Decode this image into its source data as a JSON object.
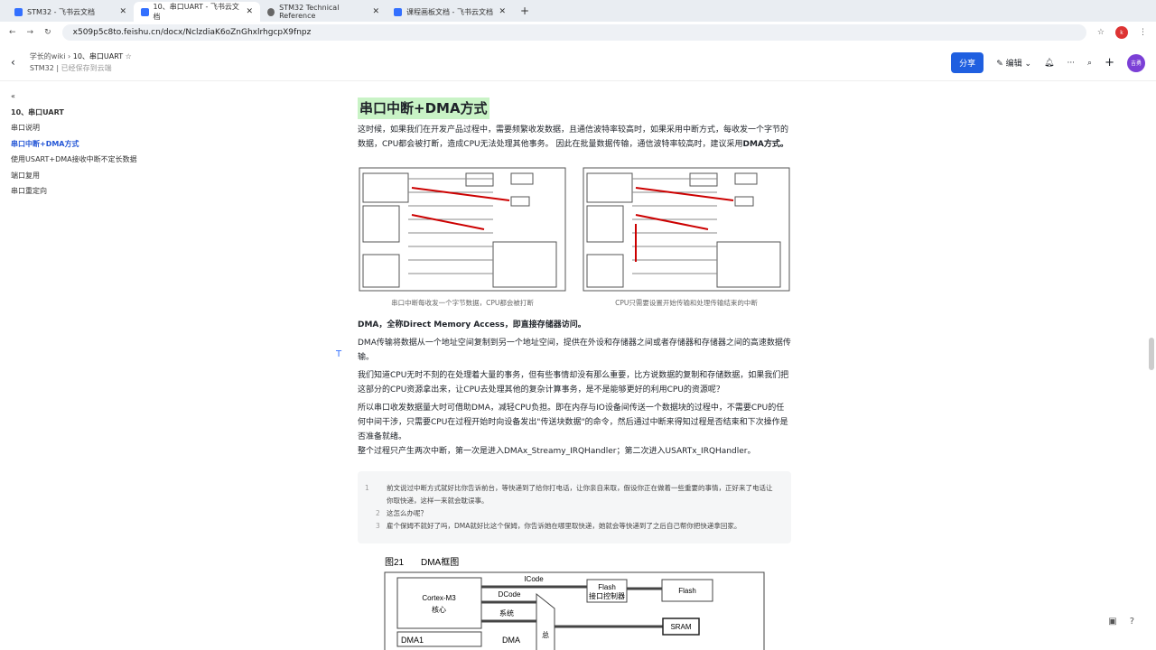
{
  "browser": {
    "tabs": [
      {
        "label": "STM32 - 飞书云文档"
      },
      {
        "label": "10、串口UART - 飞书云文档"
      },
      {
        "label": "STM32 Technical Reference"
      },
      {
        "label": "课程画板文档 - 飞书云文档"
      }
    ],
    "url": "x509p5c8to.feishu.cn/docx/NclzdiaK6oZnGhxlrhgcpX9fnpz"
  },
  "doc": {
    "breadcrumb_root": "学长的wiki",
    "breadcrumb_current": "10、串口UART",
    "space": "STM32",
    "save_status": "已经保存到云端",
    "share": "分享",
    "edit": "编辑",
    "avatar": "吉勇"
  },
  "toc": {
    "items": [
      {
        "label": "10、串口UART"
      },
      {
        "label": "串口说明"
      },
      {
        "label": "串口中断+DMA方式"
      },
      {
        "label": "使用USART+DMA接收中断不定长数据"
      },
      {
        "label": "端口复用"
      },
      {
        "label": "串口重定向"
      }
    ]
  },
  "content": {
    "heading": "串口中断+DMA方式",
    "p1": "这时候，如果我们在开发产品过程中，需要频繁收发数据，且通信波特率较高时，如果采用中断方式，每收发一个字节的数据，CPU都会被打断，造成CPU无法处理其他事务。 因此在批量数据传输，通信波特率较高时，建议采用",
    "p1_bold": "DMA方式。",
    "fig_title": "图21    DMA框图",
    "caption1": "串口中断每收发一个字节数据，CPU都会被打断",
    "caption2": "CPU只需要设置开始传输和处理传输结束的中断",
    "p2": "DMA，全称Direct Memory Access，即直接存储器访问。",
    "p3": "DMA传输将数据从一个地址空间复制到另一个地址空间，提供在外设和存储器之间或者存储器和存储器之间的高速数据传输。",
    "p4": "我们知道CPU无时不刻的在处理着大量的事务，但有些事情却没有那么重要，比方说数据的复制和存储数据，如果我们把这部分的CPU资源拿出来，让CPU去处理其他的复杂计算事务，是不是能够更好的利用CPU的资源呢？",
    "p5": "所以串口收发数据量大时可借助DMA，减轻CPU负担。即在内存与IO设备间传送一个数据块的过程中，不需要CPU的任何中间干涉，只需要CPU在过程开始时向设备发出\"传送块数据\"的命令，然后通过中断来得知过程是否结束和下次操作是否准备就绪。",
    "p6": "整个过程只产生两次中断，第一次是进入DMAx_Streamy_IRQHandler；第二次进入USARTx_IRQHandler。",
    "code": [
      "前文说过中断方式就好比你告诉前台，等快递到了给你打电话，让你亲自来取，假设你正在做着一些重要的事情，正好来了电话让你取快递，这样一来就会耽误事。",
      "这怎么办呢？",
      "雇个保姆不就好了吗，DMA就好比这个保姆，你告诉她在哪里取快递，她就会等快递到了之后自己帮你把快递拿回家。"
    ],
    "big_fig": {
      "title": "图21",
      "subtitle": "DMA框图",
      "labels": {
        "icode": "ICode",
        "dcode": "DCode",
        "sys": "系统",
        "core": "Cortex-M3",
        "core2": "核心",
        "flashif": "Flash",
        "flashif2": "接口控制器",
        "flash": "Flash",
        "sram": "SRAM",
        "dma1": "DMA1",
        "dma": "DMA",
        "bus": "总"
      }
    }
  }
}
